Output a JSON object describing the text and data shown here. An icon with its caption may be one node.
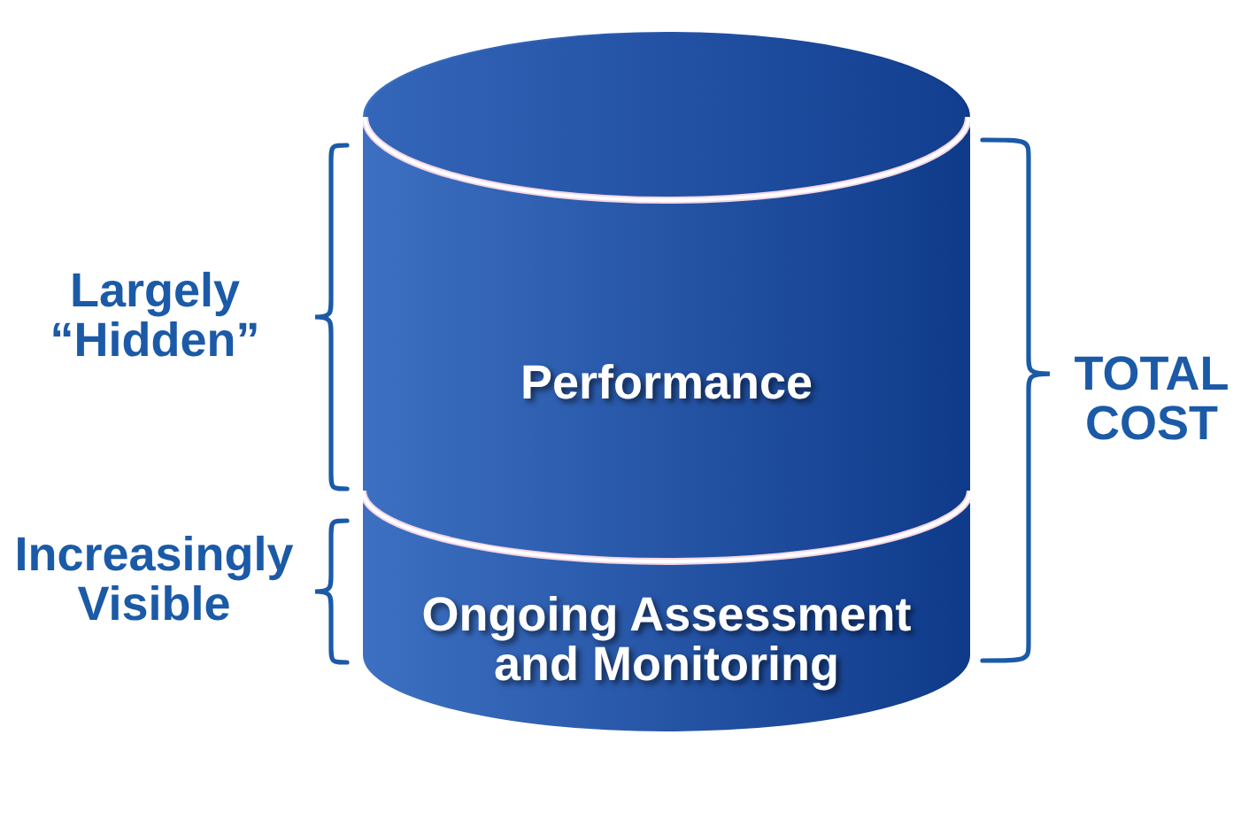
{
  "diagram": {
    "nodes": [
      {
        "text": [
          "Performance"
        ]
      },
      {
        "text": [
          "Ongoing Assessment and Monitoring"
        ]
      }
    ],
    "labels": [
      "Largely “Hidden”",
      "TOTAL COST",
      "Increasingly Visible"
    ]
  }
}
